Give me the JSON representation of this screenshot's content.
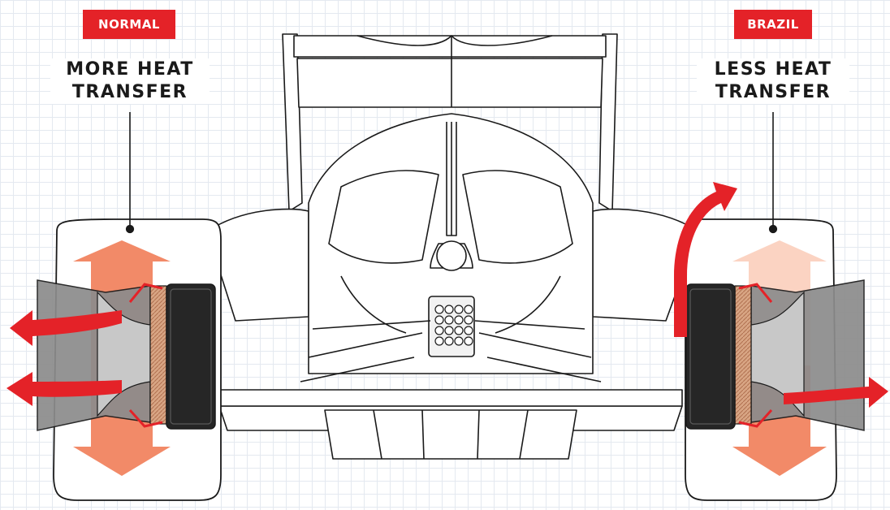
{
  "labels": {
    "left_badge": "NORMAL",
    "right_badge": "BRAZIL",
    "left_heading": {
      "line1": "MORE HEAT",
      "line2": "TRANSFER"
    },
    "right_heading": {
      "line1": "LESS HEAT",
      "line2": "TRANSFER"
    }
  },
  "colors": {
    "badge_red": "#e42228",
    "flow_red": "#e42228",
    "heat_strong": "#f28a68",
    "heat_weak": "#fbd3c2",
    "line": "#1a1a1a",
    "hub_gray": "#8c8c8c",
    "copper": "#c8926c"
  }
}
